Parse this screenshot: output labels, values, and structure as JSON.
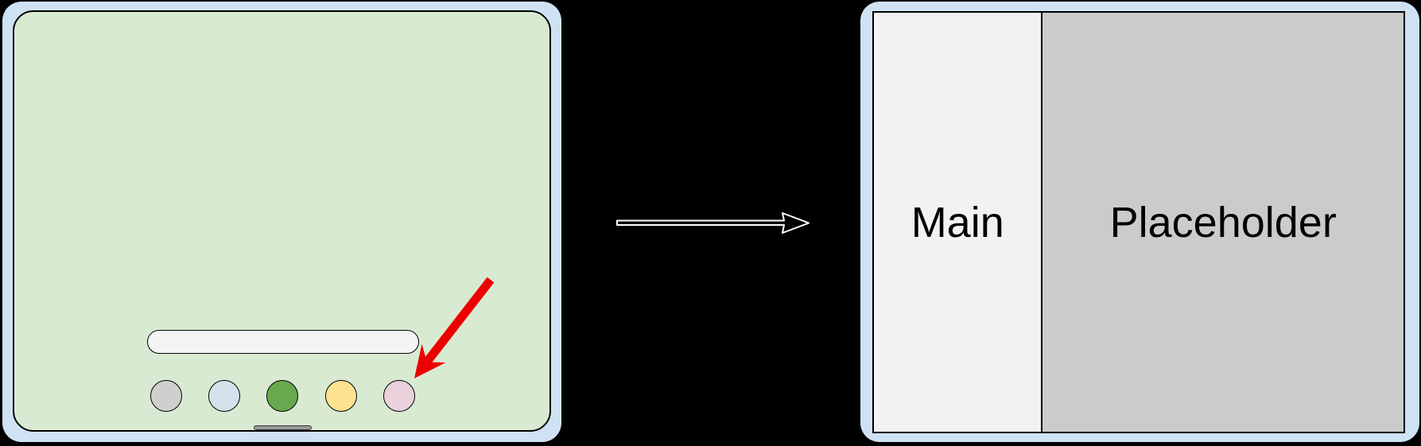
{
  "figure": {
    "background_color": "#000000",
    "device_frame_color": "#cfe2f3"
  },
  "before_device": {
    "description": "tablet-home-screen",
    "screen_color": "#d9ead3",
    "search_bar": {
      "value": "",
      "placeholder": "",
      "fill": "#f4f4f4"
    },
    "dock": {
      "icons": [
        {
          "name": "app-icon-gray",
          "color": "#d0cece"
        },
        {
          "name": "app-icon-blue",
          "color": "#d5e2eb"
        },
        {
          "name": "app-icon-green",
          "color": "#6aa84f"
        },
        {
          "name": "app-icon-yellow",
          "color": "#ffe28f"
        },
        {
          "name": "app-icon-pink",
          "color": "#ead1dc"
        }
      ]
    },
    "home_indicator_color": "#9a9a9a",
    "pointer_annotation": {
      "shape": "arrow",
      "color": "#ee0000",
      "points_to": "app-icon-pink"
    }
  },
  "transition": {
    "direction": "right",
    "fill": "#000000",
    "outline": "#ffffff"
  },
  "after_device": {
    "description": "tablet-split-screen",
    "divider_color": "#000000",
    "text_color": "#000000",
    "panes": [
      {
        "label": "Main",
        "fill": "#f2f2f2",
        "width_fraction": 0.32
      },
      {
        "label": "Placeholder",
        "fill": "#cbcbcb",
        "width_fraction": 0.68
      }
    ]
  }
}
